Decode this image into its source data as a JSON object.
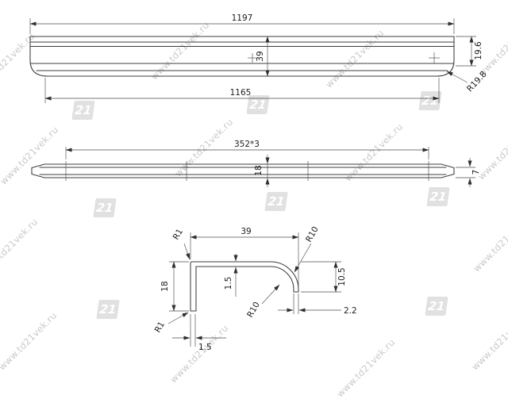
{
  "watermark": {
    "text": "www.td21vek.ru",
    "logo": "21"
  },
  "drawing": {
    "front_view": {
      "top_length": "1197",
      "height": "39",
      "bottom_length": "1165",
      "end_height": "19.6",
      "end_radius": "R19.8"
    },
    "plan_view": {
      "hole_spacing": "352*3",
      "width": "18",
      "end_thickness": "7"
    },
    "section_view": {
      "radius_top_left": "R1",
      "arm_length": "39",
      "radius_outer": "R10",
      "wall_thickness_top": "1.5",
      "height": "18",
      "radius_inner": "R10",
      "hook_height": "10.5",
      "tip_width": "2.2",
      "radius_bottom_left": "R1",
      "wall_thickness_left": "1.5"
    }
  }
}
